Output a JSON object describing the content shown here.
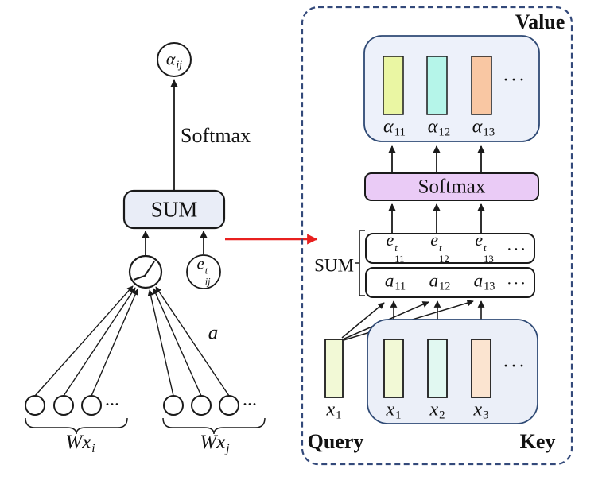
{
  "figure": {
    "left": {
      "output_node": {
        "base": "α",
        "sub": "ij"
      },
      "softmax_label": "Softmax",
      "sum_label": "SUM",
      "edge_node": {
        "base": "e",
        "sup": "t",
        "sub": "ij"
      },
      "attention_label": "a",
      "group_i": {
        "ellipsis": "...",
        "label_base": "Wx",
        "label_sub": "i"
      },
      "group_j": {
        "ellipsis": "...",
        "label_base": "Wx",
        "label_sub": "j"
      }
    },
    "right": {
      "value_label": "Value",
      "query_label": "Query",
      "key_label": "Key",
      "softmax_label": "Softmax",
      "sum_label": "SUM",
      "value_row": {
        "labels": [
          {
            "base": "α",
            "sub": "11"
          },
          {
            "base": "α",
            "sub": "12"
          },
          {
            "base": "α",
            "sub": "13"
          }
        ],
        "ellipsis": "···"
      },
      "e_row": {
        "items": [
          {
            "base": "e",
            "sup": "t",
            "sub": "11"
          },
          {
            "base": "e",
            "sup": "t",
            "sub": "12"
          },
          {
            "base": "e",
            "sup": "t",
            "sub": "13"
          }
        ],
        "ellipsis": "···"
      },
      "a_row": {
        "items": [
          {
            "base": "a",
            "sub": "11"
          },
          {
            "base": "a",
            "sub": "12"
          },
          {
            "base": "a",
            "sub": "13"
          }
        ],
        "ellipsis": "···"
      },
      "query_bar_label": {
        "base": "x",
        "sub": "1"
      },
      "key_bar_labels": [
        {
          "base": "x",
          "sub": "1"
        },
        {
          "base": "x",
          "sub": "2"
        },
        {
          "base": "x",
          "sub": "3"
        }
      ],
      "key_ellipsis": "···"
    },
    "colors": {
      "bar_yellow": "#EAF6A3",
      "bar_cyan": "#B5F5E9",
      "bar_orange": "#F9C7A3",
      "bar_yellow_light": "#F2F9D6",
      "bar_cyan_light": "#E1F8F1",
      "bar_orange_light": "#FBE4D0",
      "panel_fill": "#EDF1FA",
      "key_fill": "#EBEFF8",
      "softmax_fill": "#EACBF6",
      "sum_fill": "#E9EDF7",
      "border_navy": "#2F4A75",
      "dashed_border": "#33497A",
      "red_arrow": "#E8201F",
      "line": "#1a1a1a"
    }
  }
}
